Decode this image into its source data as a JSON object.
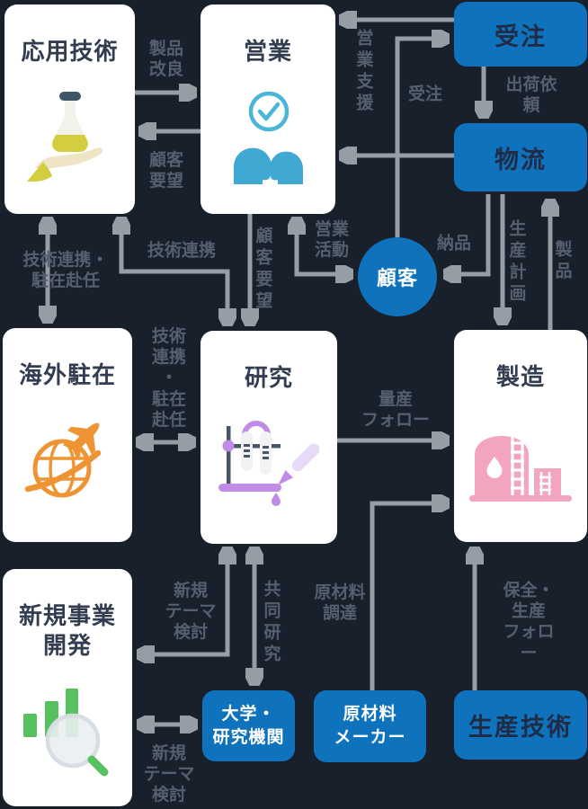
{
  "colors": {
    "background": "#18202c",
    "card_white": "#ffffff",
    "card_blue": "#0f72bd",
    "arrow_gray": "#979da4",
    "edge_label_gray": "#555f6e",
    "title_navy": "#333d51",
    "blue_card_navy_text": "#202c45",
    "blue_card_white_text": "#ffffff",
    "accent_lightblue": "#49b5d9",
    "accent_orange": "#ef9434",
    "accent_purple": "#c08ce8",
    "accent_pink": "#f2a5bc",
    "accent_green": "#58c15f",
    "accent_yellowgreen": "#d2ce40"
  },
  "nodes": {
    "applied_tech": {
      "label": "応用技術",
      "icon": "flask-hand-icon"
    },
    "sales": {
      "label": "営業",
      "icon": "people-check-icon"
    },
    "orders": {
      "label": "受注"
    },
    "logistics": {
      "label": "物流"
    },
    "customer": {
      "label": "顧客"
    },
    "overseas": {
      "label": "海外駐在",
      "icon": "globe-plane-icon"
    },
    "research": {
      "label": "研究",
      "icon": "lab-equipment-icon"
    },
    "manufacturing": {
      "label": "製造",
      "icon": "factory-icon"
    },
    "new_business": {
      "label": "新規事業\n開発",
      "icon": "chart-magnifier-icon"
    },
    "university": {
      "label": "大学・\n研究機関"
    },
    "raw_material": {
      "label": "原材料\nメーカー"
    },
    "production_tech": {
      "label": "生産技術"
    }
  },
  "edges": {
    "product_improvement": "製品\n改良",
    "customer_request_top": "顧客\n要望",
    "sales_support": "営業支援",
    "order": "受注",
    "shipping_request": "出荷依頼",
    "sales_activity": "営業\n活動",
    "delivery": "納品",
    "production_plan": "生産計画",
    "product": "製品",
    "customer_request_mid": "顧客要望",
    "tech_partnership_assignment_left": "技術連携・\n駐在赴任",
    "tech_partnership": "技術連携",
    "tech_partnership_assignment_mid": "技術\n連携\n・\n駐在\n赴任",
    "mass_production_follow": "量産\nフォロー",
    "new_theme_review_upper": "新規\nテーマ\n検討",
    "joint_research": "共同研究",
    "new_theme_review_lower": "新規\nテーマ\n検討",
    "raw_material_procurement": "原材料\n調達",
    "maintenance_production_follow": "保全・生産\nフォロー"
  }
}
